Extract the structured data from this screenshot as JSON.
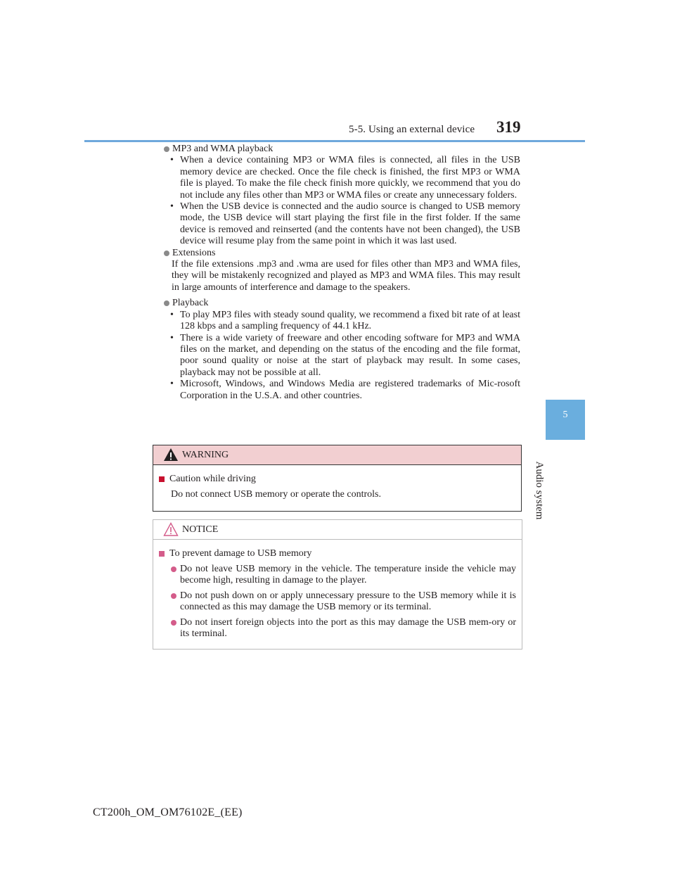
{
  "header": {
    "section": "5-5. Using an external device",
    "page_number": "319"
  },
  "side_tab": {
    "number": "5",
    "label": "Audio system"
  },
  "mp3": {
    "title": "MP3 and WMA playback",
    "items": [
      "When a device containing MP3 or WMA files is connected, all files in the USB memory device are checked. Once the file check is finished, the first MP3 or WMA file is played. To make the file check finish more quickly, we recommend that you do not include any files other than MP3 or WMA files or create any unnecessary folders.",
      "When the USB device is connected and the audio source is changed to USB memory mode, the USB device will start playing the first file in the first folder. If the same device is removed and reinserted (and the contents have not been changed), the USB device will resume play from the same point in which it was last used."
    ]
  },
  "extensions": {
    "title": "Extensions",
    "text": "If the file extensions .mp3 and .wma are used for files other than MP3 and WMA files, they will be mistakenly recognized and played as MP3 and WMA files. This may result in large amounts of interference and damage to the speakers."
  },
  "playback": {
    "title": "Playback",
    "items": [
      "To play MP3 files with steady sound quality, we recommend a fixed bit rate of at least 128 kbps and a sampling frequency of 44.1 kHz.",
      "There is a wide variety of freeware and other encoding software for MP3 and WMA files on the market, and depending on the status of the encoding and the file format, poor sound quality or noise at the start of playback may result. In some cases, playback may not be possible at all.",
      "Microsoft, Windows, and Windows Media are registered trademarks of Mic-rosoft Corporation in the U.S.A. and other countries."
    ]
  },
  "warning": {
    "label": "WARNING",
    "item_title": "Caution while driving",
    "item_text": "Do not connect USB memory or operate the controls."
  },
  "notice": {
    "label": "NOTICE",
    "item_title": "To prevent damage to USB memory",
    "items": [
      "Do not leave USB memory in the vehicle. The temperature inside the vehicle may become high, resulting in damage to the player.",
      "Do not push down on or apply unnecessary pressure to the USB memory while it is connected as this may damage the USB memory or its terminal.",
      "Do not insert foreign objects into the port as this may damage the USB mem-ory or its terminal."
    ]
  },
  "footer": {
    "code": "CT200h_OM_OM76102E_(EE)"
  },
  "colors": {
    "rule": "#6fa8dc",
    "tab": "#6aaede",
    "warning_band": "#f2cfd1",
    "warning_square": "#c8102e",
    "notice_mark": "#d45c8a"
  }
}
